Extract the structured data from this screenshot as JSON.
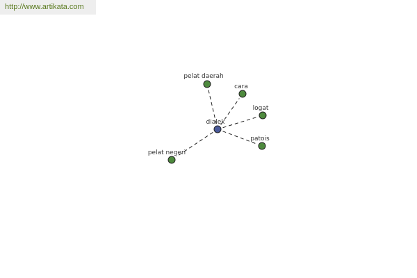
{
  "banner": {
    "url_text": "http://www.artikata.com"
  },
  "graph": {
    "center": {
      "label": "dialek",
      "color": "#4a5a9a"
    },
    "leaf_color": "#4e8a3e",
    "node_stroke": "#222222",
    "leaves": [
      {
        "id": "pelat-daerah",
        "label": "pelat daerah"
      },
      {
        "id": "cara",
        "label": "cara"
      },
      {
        "id": "logat",
        "label": "logat"
      },
      {
        "id": "patois",
        "label": "patois"
      },
      {
        "id": "pelat-negeri",
        "label": "pelat negeri"
      }
    ]
  }
}
